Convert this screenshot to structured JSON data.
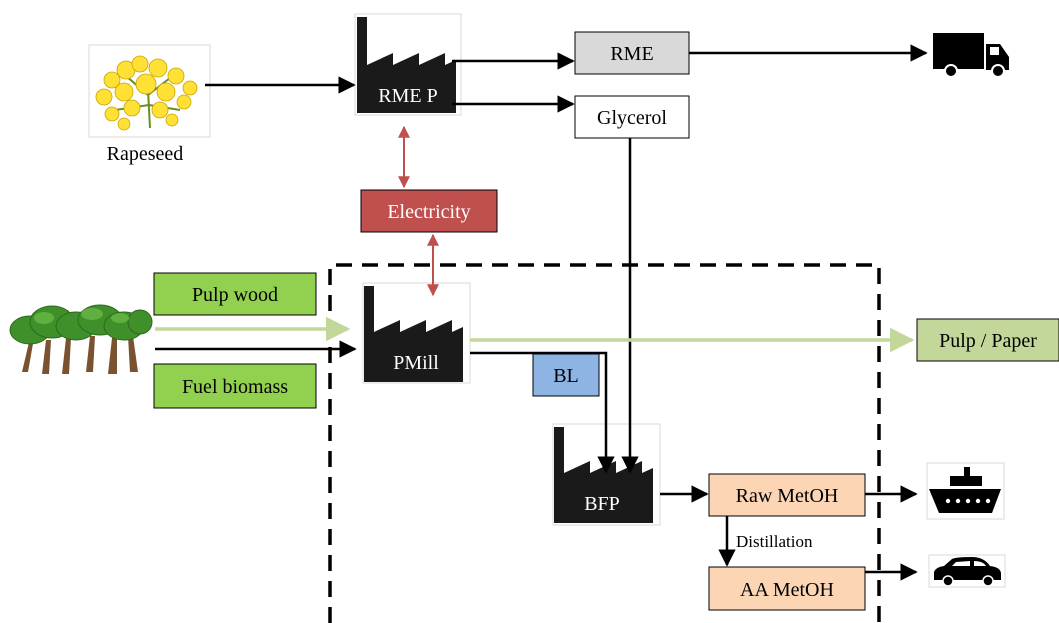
{
  "diagram": {
    "nodes": {
      "rapeseed": "Rapeseed",
      "rme_p": "RME P",
      "rme": "RME",
      "glycerol": "Glycerol",
      "electricity": "Electricity",
      "pulp_wood": "Pulp wood",
      "fuel_biomass": "Fuel biomass",
      "pmill": "PMill",
      "pulp_paper": "Pulp / Paper",
      "bl": "BL",
      "bfp": "BFP",
      "raw_metoh": "Raw MetOH",
      "aa_metoh": "AA MetOH"
    },
    "edge_labels": {
      "distillation": "Distillation"
    },
    "icons": [
      "rapeseed-flower-image",
      "forest-trees-image",
      "factory-icon",
      "truck-icon",
      "ship-icon",
      "car-icon"
    ],
    "colors": {
      "grey_box": "#d9d9d9",
      "electricity": "#c0504d",
      "green_box": "#92d050",
      "pulp_paper": "#c4d79b",
      "bl": "#8db4e2",
      "methanol": "#fcd5b4",
      "green_arrow": "#c4d79b",
      "red_arrow": "#c0504d"
    }
  }
}
